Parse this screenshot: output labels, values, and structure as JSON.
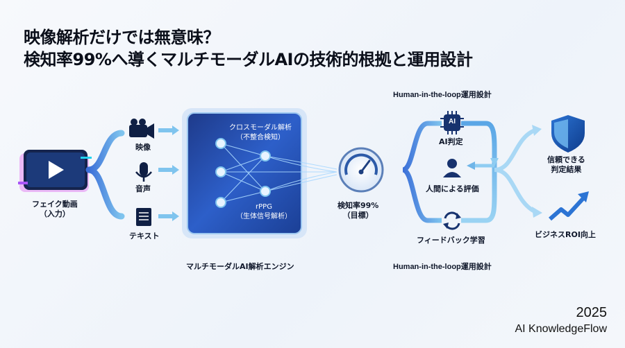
{
  "title": {
    "line1": "映像解析だけでは無意味？",
    "line2": "検知率99%へ導くマルチモーダルAIの技術的根拠と運用設計"
  },
  "input": {
    "label_line1": "フェイク動画",
    "label_line2": "（入力）"
  },
  "modalities": {
    "video": "映像",
    "audio": "音声",
    "text": "テキスト"
  },
  "engine": {
    "label": "マルチモーダルAI解析エンジン",
    "cross_line1": "クロスモーダル解析",
    "cross_line2": "（不整合検知）",
    "rppg_line1": "rPPG",
    "rppg_line2": "（生体信号解析）"
  },
  "gauge": {
    "line1": "検知率99%",
    "line2": "（目標）"
  },
  "hitl": {
    "top_title": "Human-in-the-loop運用設計",
    "bottom_title": "Human-in-the-loop運用設計",
    "ai_badge": "AI",
    "ai_judgment": "AI判定",
    "human_eval": "人間による評価",
    "feedback": "フィードバック学習"
  },
  "outputs": {
    "trusted_line1": "信頼できる",
    "trusted_line2": "判定結果",
    "roi": "ビジネスROI向上"
  },
  "brand": {
    "year": "2025",
    "name": "AI KnowledgeFlow"
  }
}
